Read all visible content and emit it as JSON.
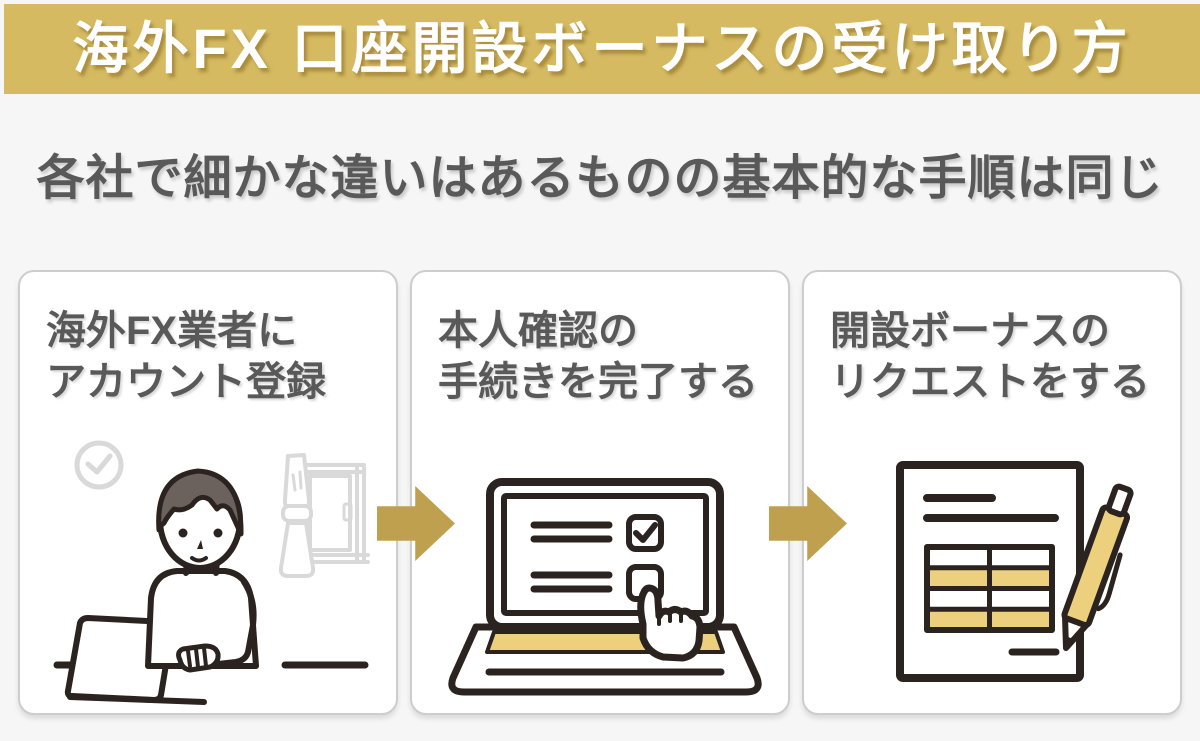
{
  "banner": {
    "title": "海外FX 口座開設ボーナスの受け取り方"
  },
  "subtitle": "各社で細かな違いはあるものの基本的な手順は同じ",
  "steps": [
    {
      "heading_line1": "海外FX業者に",
      "heading_line2": "アカウント登録",
      "illustration": "person-registering-account-on-laptop"
    },
    {
      "heading_line1": "本人確認の",
      "heading_line2": "手続きを完了する",
      "illustration": "laptop-identity-verification-checklist"
    },
    {
      "heading_line1": "開設ボーナスの",
      "heading_line2": "リクエストをする",
      "illustration": "bonus-request-form-and-pen"
    }
  ],
  "colors": {
    "page_bg": "#f6f6f6",
    "banner_gold": "#d5ba62",
    "arrow_gold": "#bfa04e",
    "illu_gold": "#ecd07d",
    "card_bg": "#ffffff",
    "card_border": "#cdcdcd",
    "heading_gray": "#595959",
    "title_text": "#ffffff",
    "ink": "#2b2320",
    "deco_gray": "#d9d9d9",
    "hair": "#6b625e"
  }
}
